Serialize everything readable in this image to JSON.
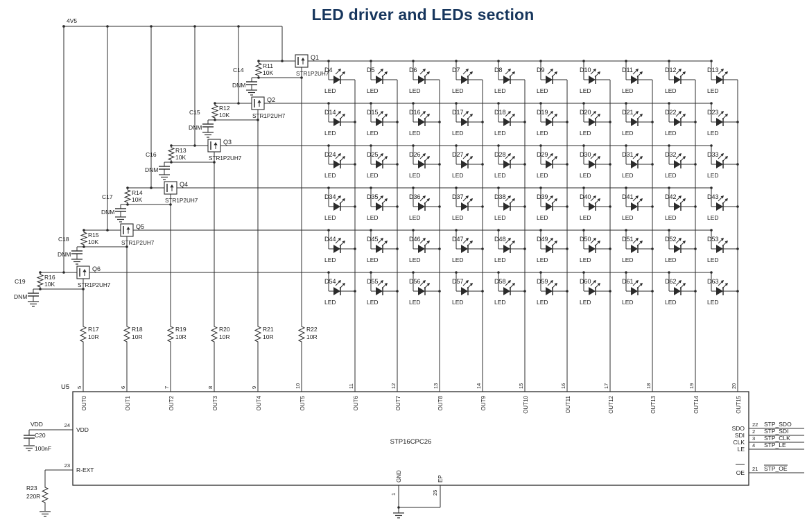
{
  "title": "LED driver and LEDs section",
  "power_net": "4V5",
  "colors": {
    "title": "#17365D",
    "wire": "#2b2b2b",
    "text": "#1a1a1a"
  },
  "driver_stages": [
    {
      "cap": "C14",
      "cap_value": "DNM",
      "res": "R11",
      "res_value": "10K",
      "fet": "Q1",
      "fet_part": "STR1P2UH7"
    },
    {
      "cap": "C15",
      "cap_value": "DNM",
      "res": "R12",
      "res_value": "10K",
      "fet": "Q2",
      "fet_part": "STR1P2UH7"
    },
    {
      "cap": "C16",
      "cap_value": "DNM",
      "res": "R13",
      "res_value": "10K",
      "fet": "Q3",
      "fet_part": "STR1P2UH7"
    },
    {
      "cap": "C17",
      "cap_value": "DNM",
      "res": "R14",
      "res_value": "10K",
      "fet": "Q4",
      "fet_part": "STR1P2UH7"
    },
    {
      "cap": "C18",
      "cap_value": "DNM",
      "res": "R15",
      "res_value": "10K",
      "fet": "Q5",
      "fet_part": "STR1P2UH7"
    },
    {
      "cap": "C19",
      "cap_value": "DNM",
      "res": "R16",
      "res_value": "10K",
      "fet": "Q6",
      "fet_part": "STR1P2UH7"
    }
  ],
  "series_resistors": [
    {
      "name": "R17",
      "value": "10R"
    },
    {
      "name": "R18",
      "value": "10R"
    },
    {
      "name": "R19",
      "value": "10R"
    },
    {
      "name": "R20",
      "value": "10R"
    },
    {
      "name": "R21",
      "value": "10R"
    },
    {
      "name": "R22",
      "value": "10R"
    }
  ],
  "led_matrix": {
    "label": "LED",
    "rows": [
      [
        "D4",
        "D5",
        "D6",
        "D7",
        "D8",
        "D9",
        "D10",
        "D11",
        "D12",
        "D13"
      ],
      [
        "D14",
        "D15",
        "D16",
        "D17",
        "D18",
        "D19",
        "D20",
        "D21",
        "D22",
        "D23"
      ],
      [
        "D24",
        "D25",
        "D26",
        "D27",
        "D28",
        "D29",
        "D30",
        "D31",
        "D32",
        "D33"
      ],
      [
        "D34",
        "D35",
        "D36",
        "D37",
        "D38",
        "D39",
        "D40",
        "D41",
        "D42",
        "D43"
      ],
      [
        "D44",
        "D45",
        "D46",
        "D47",
        "D48",
        "D49",
        "D50",
        "D51",
        "D52",
        "D53"
      ],
      [
        "D54",
        "D55",
        "D56",
        "D57",
        "D58",
        "D59",
        "D60",
        "D61",
        "D62",
        "D63"
      ]
    ]
  },
  "ic": {
    "refdes": "U5",
    "part": "STP16CPC26",
    "top_pins": [
      {
        "num": "5",
        "name": "OUT0"
      },
      {
        "num": "6",
        "name": "OUT1"
      },
      {
        "num": "7",
        "name": "OUT2"
      },
      {
        "num": "8",
        "name": "OUT3"
      },
      {
        "num": "9",
        "name": "OUT4"
      },
      {
        "num": "10",
        "name": "OUT5"
      },
      {
        "num": "11",
        "name": "OUT6"
      },
      {
        "num": "12",
        "name": "OUT7"
      },
      {
        "num": "13",
        "name": "OUT8"
      },
      {
        "num": "14",
        "name": "OUT9"
      },
      {
        "num": "15",
        "name": "OUT10"
      },
      {
        "num": "16",
        "name": "OUT11"
      },
      {
        "num": "17",
        "name": "OUT12"
      },
      {
        "num": "18",
        "name": "OUT13"
      },
      {
        "num": "19",
        "name": "OUT14"
      },
      {
        "num": "20",
        "name": "OUT15"
      }
    ],
    "left_pins": [
      {
        "num": "24",
        "name": "VDD",
        "net": "VDD"
      },
      {
        "num": "23",
        "name": "R-EXT"
      }
    ],
    "right_pins": [
      {
        "num": "22",
        "name": "SDO",
        "net": "STP_SDO"
      },
      {
        "num": "2",
        "name": "SDI",
        "net": "STP_SDI"
      },
      {
        "num": "3",
        "name": "CLK",
        "net": "STP_CLK"
      },
      {
        "num": "4",
        "name": "LE",
        "net": "STP_LE"
      },
      {
        "num": "21",
        "name": "OE",
        "net": "STP_OE",
        "inverted": true
      }
    ],
    "bottom_pins": [
      {
        "num": "1",
        "name": "GND"
      },
      {
        "num": "25",
        "name": "EP"
      }
    ]
  },
  "decoupling_cap": {
    "name": "C20",
    "value": "100nF"
  },
  "rext_resistor": {
    "name": "R23",
    "value": "220R"
  }
}
